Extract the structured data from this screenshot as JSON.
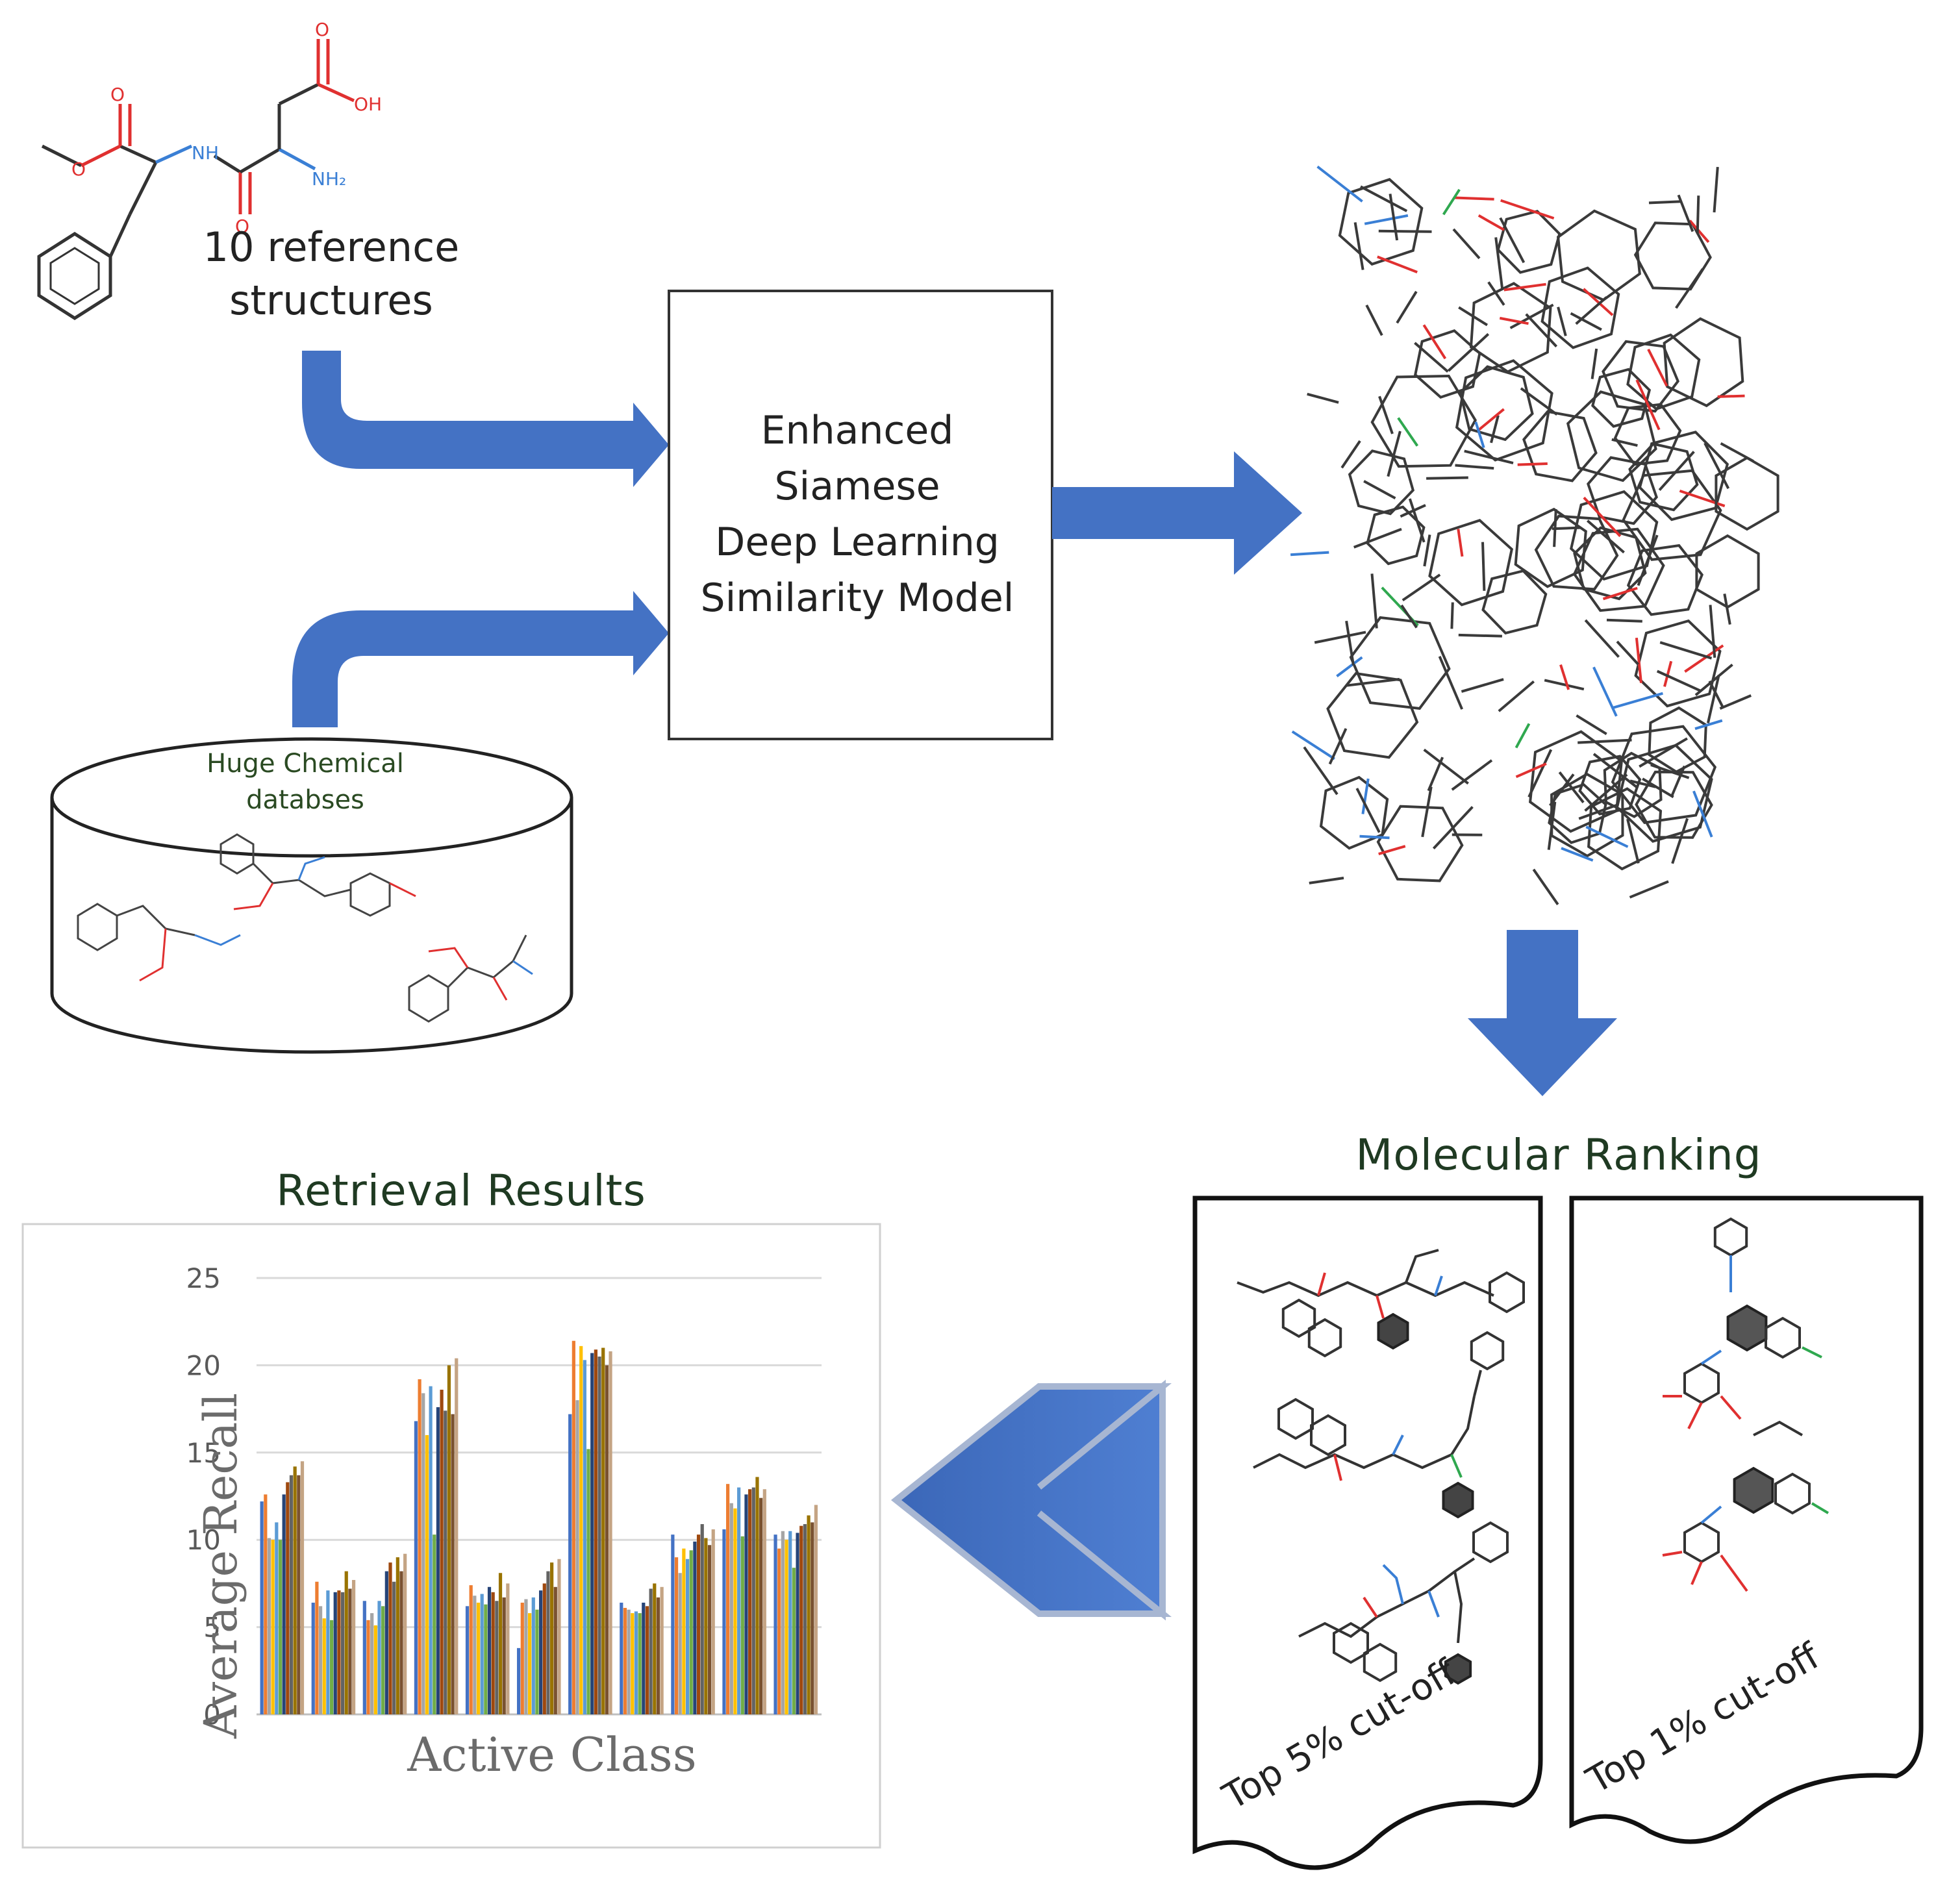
{
  "diagram": {
    "reference_label_line1": "10 reference",
    "reference_label_line2": "structures",
    "model_line1": "Enhanced",
    "model_line2": "Siamese",
    "model_line3": "Deep Learning",
    "model_line4": "Similarity Model",
    "database_line1": "Huge Chemical",
    "database_line2": "databses",
    "ranking_title": "Molecular Ranking",
    "cutoff_top5": "Top 5% cut-off",
    "cutoff_top1": "Top 1% cut-off",
    "results_title": "Retrieval Results"
  },
  "colors": {
    "arrow": "#4472c4",
    "arrow_dark": "#2f5597",
    "bond": "#333333",
    "oxygen": "#e03030",
    "nitrogen": "#3a7fd5",
    "halogen": "#2fa84f"
  },
  "chart_data": {
    "type": "bar",
    "xlabel": "Active Class",
    "ylabel": "Average Recall",
    "ylim": [
      0,
      25
    ],
    "yticks": [
      0,
      5,
      10,
      15,
      20,
      25
    ],
    "grid": true,
    "series_colors": [
      "#4472c4",
      "#ed7d31",
      "#a5a5a5",
      "#ffc000",
      "#5b9bd5",
      "#70ad47",
      "#264478",
      "#9e480e",
      "#636363",
      "#997300",
      "#7a5230",
      "#c4a484"
    ],
    "groups": [
      [
        12.2,
        12.6,
        10.1,
        10.0,
        11.0,
        10.0,
        12.6,
        13.3,
        13.7,
        14.2,
        13.7,
        14.5
      ],
      [
        6.4,
        7.6,
        6.2,
        5.5,
        7.1,
        5.4,
        7.0,
        7.1,
        7.0,
        8.2,
        7.2,
        7.7
      ],
      [
        6.5,
        5.4,
        5.8,
        5.1,
        6.5,
        6.2,
        8.2,
        8.7,
        7.6,
        9.0,
        8.2,
        9.2
      ],
      [
        16.8,
        19.2,
        18.4,
        16.0,
        18.8,
        10.3,
        17.6,
        18.6,
        17.4,
        20.0,
        17.2,
        20.4
      ],
      [
        6.2,
        7.4,
        6.8,
        6.4,
        6.9,
        6.3,
        7.3,
        7.0,
        6.5,
        8.1,
        6.7,
        7.5
      ],
      [
        3.8,
        6.4,
        6.6,
        5.8,
        6.7,
        6.0,
        7.1,
        7.5,
        8.2,
        8.7,
        7.3,
        8.9
      ],
      [
        17.2,
        21.4,
        18.0,
        21.1,
        20.3,
        15.2,
        20.7,
        20.9,
        20.5,
        21.0,
        20.0,
        20.8
      ],
      [
        6.4,
        6.1,
        6.0,
        5.8,
        5.9,
        5.8,
        6.4,
        6.2,
        7.2,
        7.5,
        6.7,
        7.3
      ],
      [
        10.3,
        9.0,
        8.1,
        9.5,
        8.9,
        9.4,
        9.9,
        10.3,
        10.9,
        10.1,
        9.7,
        10.6
      ],
      [
        10.6,
        13.2,
        12.1,
        11.8,
        13.0,
        10.2,
        12.6,
        12.9,
        13.0,
        13.6,
        12.4,
        12.9
      ],
      [
        10.3,
        9.5,
        10.5,
        10.0,
        10.5,
        8.4,
        10.4,
        10.8,
        10.9,
        11.4,
        11.0,
        12.0
      ]
    ]
  }
}
